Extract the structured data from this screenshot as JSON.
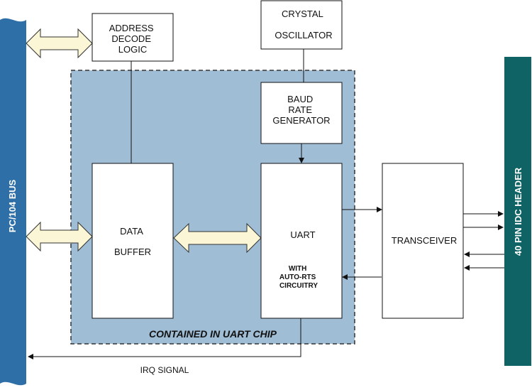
{
  "colors": {
    "pc104_bus": "#2f6fa8",
    "idc_header": "#0f6364",
    "uart_chip_region": "#9fbdd5",
    "double_arrow_fill": "#fbf6d6",
    "box_fill": "#ffffff",
    "line": "#111111"
  },
  "pc104_bus": {
    "label": "PC/104 BUS"
  },
  "idc_header": {
    "label": "40 PIN IDC HEADER"
  },
  "uart_chip": {
    "caption": "CONTAINED IN UART CHIP"
  },
  "address_decode": {
    "lines": [
      "ADDRESS",
      "DECODE",
      "LOGIC"
    ]
  },
  "crystal_oscillator": {
    "lines": [
      "CRYSTAL",
      "OSCILLATOR"
    ]
  },
  "baud_rate_generator": {
    "lines": [
      "BAUD",
      "RATE",
      "GENERATOR"
    ]
  },
  "data_buffer": {
    "lines": [
      "DATA",
      "BUFFER"
    ]
  },
  "uart": {
    "title": "UART",
    "sub_lines": [
      "WITH",
      "AUTO-RTS",
      "CIRCUITRY"
    ]
  },
  "transceiver": {
    "label": "TRANSCEIVER"
  },
  "irq_signal": {
    "label": "IRQ SIGNAL"
  }
}
